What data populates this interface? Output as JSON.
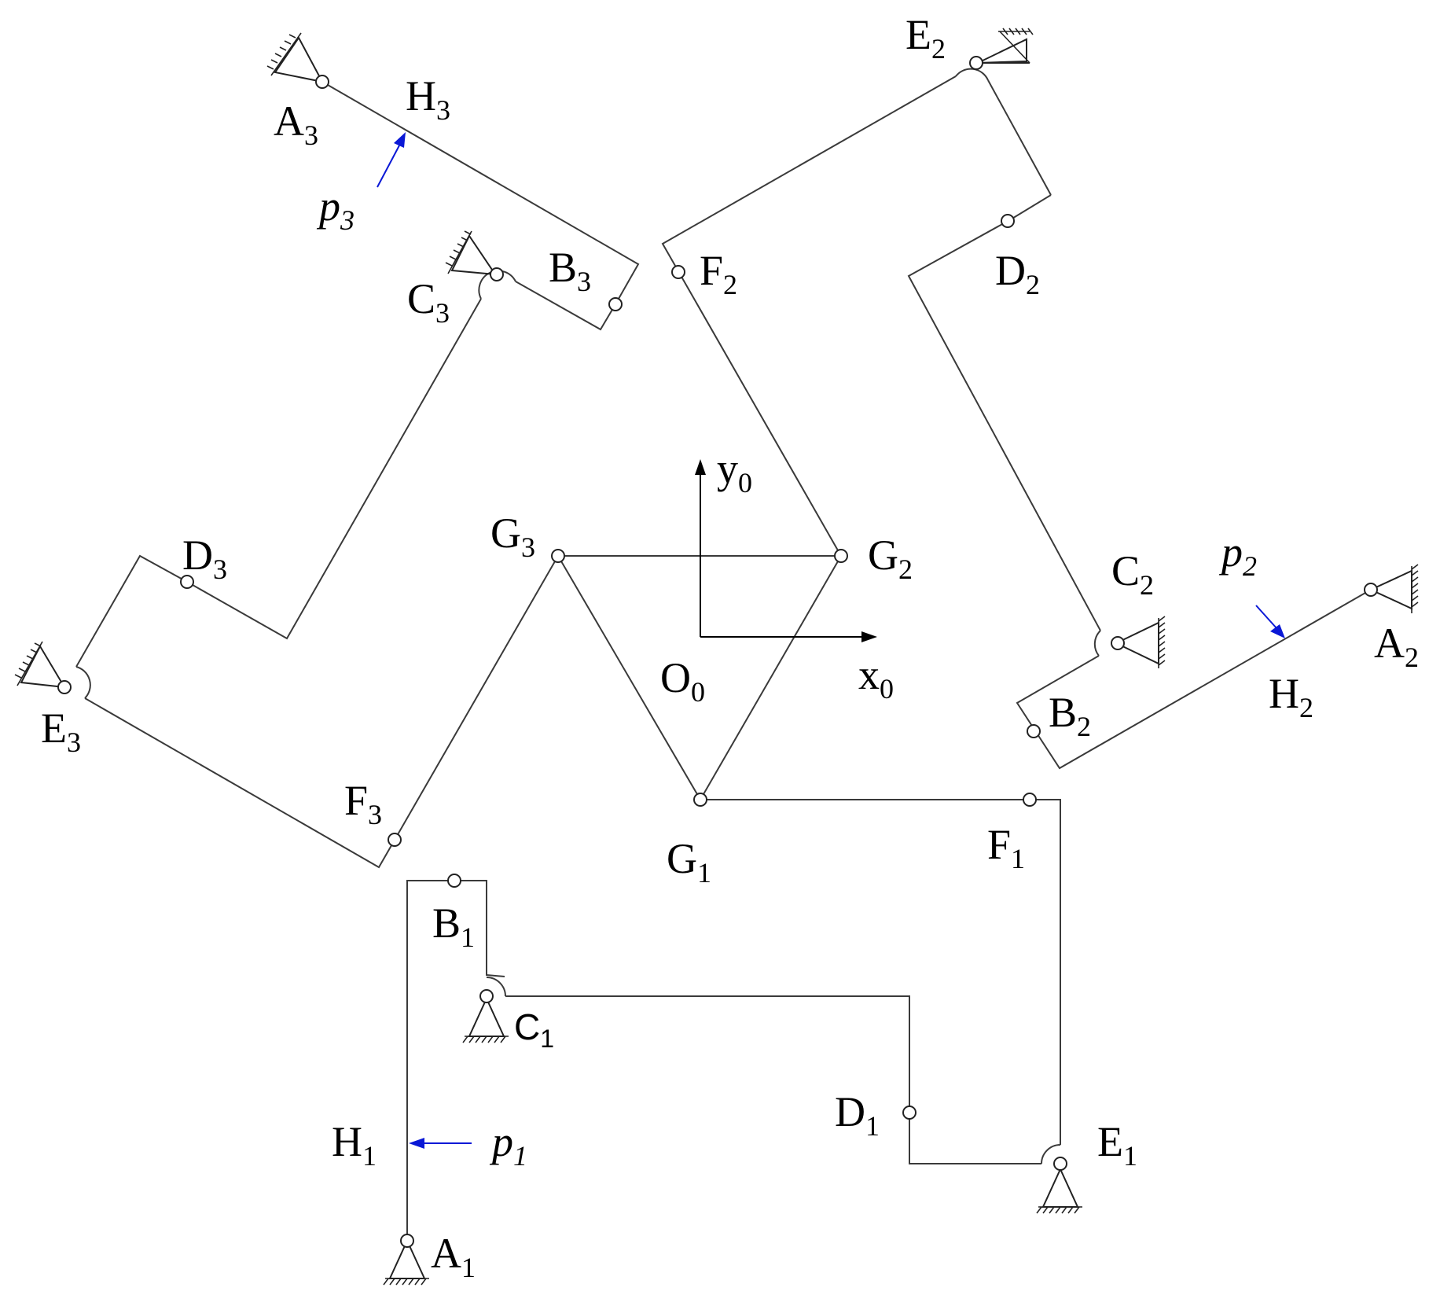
{
  "points": {
    "A1": {
      "base": "A",
      "sub": "1"
    },
    "B1": {
      "base": "B",
      "sub": "1"
    },
    "C1": {
      "base": "C",
      "sub": "1"
    },
    "D1": {
      "base": "D",
      "sub": "1"
    },
    "E1": {
      "base": "E",
      "sub": "1"
    },
    "F1": {
      "base": "F",
      "sub": "1"
    },
    "G1": {
      "base": "G",
      "sub": "1"
    },
    "H1": {
      "base": "H",
      "sub": "1"
    },
    "A2": {
      "base": "A",
      "sub": "2"
    },
    "B2": {
      "base": "B",
      "sub": "2"
    },
    "C2": {
      "base": "C",
      "sub": "2"
    },
    "D2": {
      "base": "D",
      "sub": "2"
    },
    "E2": {
      "base": "E",
      "sub": "2"
    },
    "F2": {
      "base": "F",
      "sub": "2"
    },
    "G2": {
      "base": "G",
      "sub": "2"
    },
    "H2": {
      "base": "H",
      "sub": "2"
    },
    "A3": {
      "base": "A",
      "sub": "3"
    },
    "B3": {
      "base": "B",
      "sub": "3"
    },
    "C3": {
      "base": "C",
      "sub": "3"
    },
    "D3": {
      "base": "D",
      "sub": "3"
    },
    "E3": {
      "base": "E",
      "sub": "3"
    },
    "F3": {
      "base": "F",
      "sub": "3"
    },
    "G3": {
      "base": "G",
      "sub": "3"
    },
    "H3": {
      "base": "H",
      "sub": "3"
    }
  },
  "forces": {
    "p1": {
      "base": "p",
      "sub": "1"
    },
    "p2": {
      "base": "p",
      "sub": "2"
    },
    "p3": {
      "base": "p",
      "sub": "3"
    }
  },
  "axes": {
    "origin": {
      "base": "O",
      "sub": "0"
    },
    "x": {
      "base": "x",
      "sub": "0"
    },
    "y": {
      "base": "y",
      "sub": "0"
    }
  },
  "colors": {
    "link": "#3a3a3a",
    "force": "#0a18d6",
    "axis": "#000000"
  }
}
